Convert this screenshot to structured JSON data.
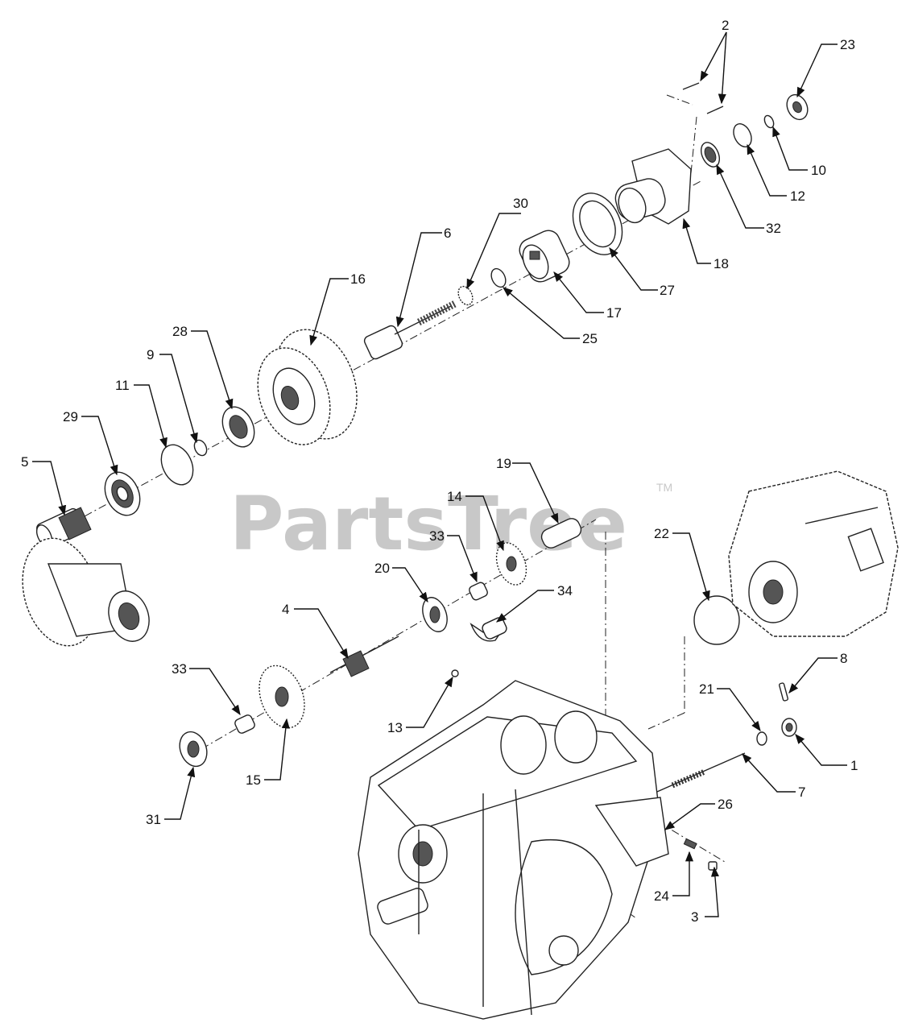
{
  "watermark": {
    "brand": "PartsTree",
    "mark": "TM"
  },
  "callouts": {
    "c1": "1",
    "c2": "2",
    "c3": "3",
    "c4": "4",
    "c5": "5",
    "c6": "6",
    "c7": "7",
    "c8": "8",
    "c9": "9",
    "c10": "10",
    "c11": "11",
    "c12": "12",
    "c13": "13",
    "c14": "14",
    "c15": "15",
    "c16": "16",
    "c17": "17",
    "c18": "18",
    "c19": "19",
    "c20": "20",
    "c21": "21",
    "c22": "22",
    "c23": "23",
    "c24": "24",
    "c25": "25",
    "c26": "26",
    "c27": "27",
    "c28": "28",
    "c29": "29",
    "c30": "30",
    "c31": "31",
    "c32": "32",
    "c33a": "33",
    "c33b": "33",
    "c34": "34"
  }
}
